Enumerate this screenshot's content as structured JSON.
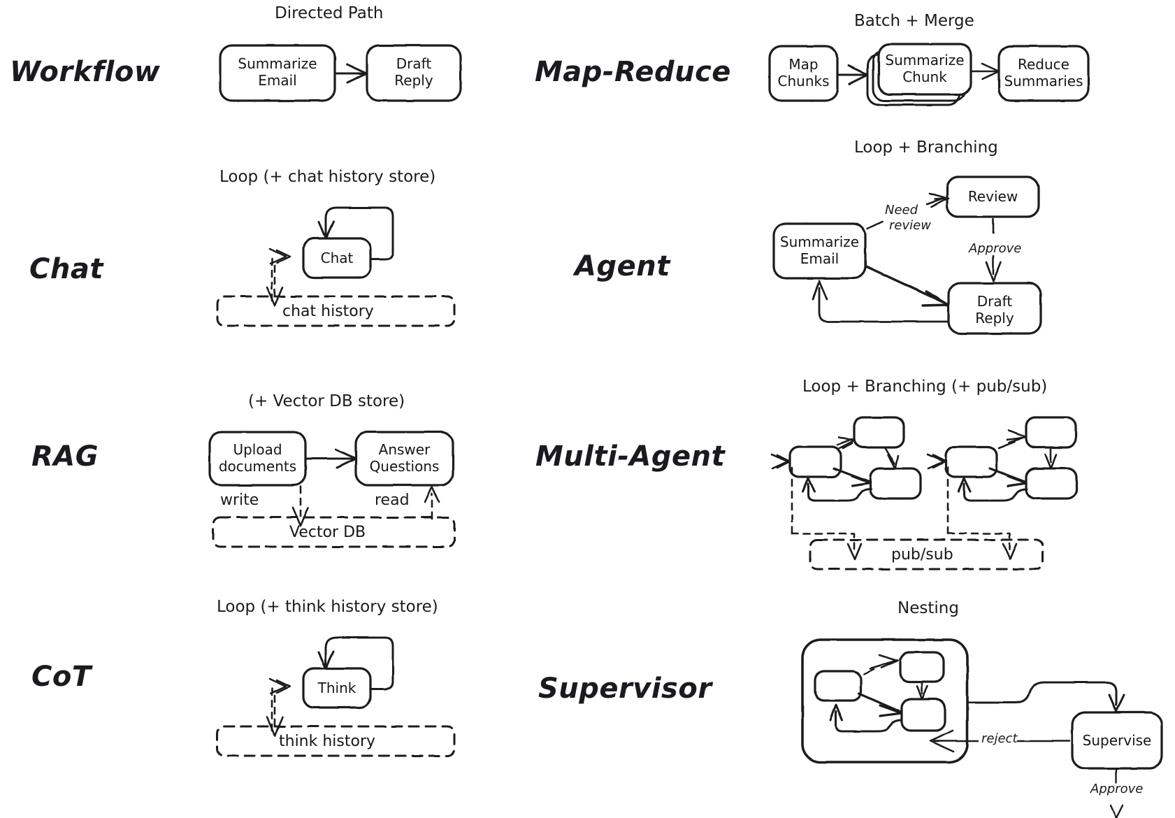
{
  "meta": {
    "title": "Agent architecture patterns",
    "stroke_color": "#1b1b1f",
    "background_color": "#ffffff"
  },
  "rows": [
    {
      "id": "workflow",
      "left": {
        "label": "Workflow",
        "caption": "Directed Path",
        "nodes": [
          {
            "id": "w1",
            "label": "Summarize\nEmail"
          },
          {
            "id": "w2",
            "label": "Draft\nReply"
          }
        ],
        "edges": [
          {
            "from": "w1",
            "to": "w2",
            "label": "",
            "style": "solid"
          }
        ],
        "store": null
      },
      "right": {
        "label": "Map-Reduce",
        "caption": "Batch + Merge",
        "nodes": [
          {
            "id": "m1",
            "label": "Map\nChunks"
          },
          {
            "id": "m2",
            "label": "Summarize\nChunk",
            "stacked": true
          },
          {
            "id": "m3",
            "label": "Reduce\nSummaries"
          }
        ],
        "edges": [
          {
            "from": "m1",
            "to": "m2",
            "label": "",
            "style": "solid"
          },
          {
            "from": "m2",
            "to": "m3",
            "label": "",
            "style": "solid"
          }
        ],
        "store": null
      }
    },
    {
      "id": "chat",
      "left": {
        "label": "Chat",
        "caption": "Loop (+ chat history store)",
        "nodes": [
          {
            "id": "c1",
            "label": "Chat",
            "selfloop": true
          }
        ],
        "edges": [
          {
            "from": "c1",
            "to": "c1",
            "label": "",
            "style": "solid"
          }
        ],
        "store": {
          "label": "chat history",
          "style": "dashed"
        }
      },
      "right": {
        "label": "Agent",
        "caption": "Loop + Branching",
        "nodes": [
          {
            "id": "a1",
            "label": "Summarize\nEmail"
          },
          {
            "id": "a2",
            "label": "Review"
          },
          {
            "id": "a3",
            "label": "Draft\nReply"
          }
        ],
        "edges": [
          {
            "from": "a1",
            "to": "a2",
            "label": "Need\nreview",
            "style": "solid"
          },
          {
            "from": "a2",
            "to": "a3",
            "label": "Approve",
            "style": "solid"
          },
          {
            "from": "a1",
            "to": "a3",
            "label": "",
            "style": "solid"
          },
          {
            "from": "a3",
            "to": "a1",
            "label": "",
            "style": "solid"
          }
        ],
        "store": null
      }
    },
    {
      "id": "rag",
      "left": {
        "label": "RAG",
        "caption": "(+ Vector DB store)",
        "nodes": [
          {
            "id": "r1",
            "label": "Upload\ndocuments"
          },
          {
            "id": "r2",
            "label": "Answer\nQuestions"
          }
        ],
        "edges": [
          {
            "from": "r1",
            "to": "r2",
            "label": "",
            "style": "solid"
          },
          {
            "from": "r1",
            "to": "store",
            "label": "write",
            "style": "dashed"
          },
          {
            "from": "store",
            "to": "r2",
            "label": "read",
            "style": "dashed"
          }
        ],
        "store": {
          "label": "Vector DB",
          "style": "dashed"
        }
      },
      "right": {
        "label": "Multi-Agent",
        "caption": "Loop + Branching (+ pub/sub)",
        "nodes": [
          {
            "id": "g1a",
            "label": ""
          },
          {
            "id": "g1b",
            "label": ""
          },
          {
            "id": "g1c",
            "label": ""
          },
          {
            "id": "g2a",
            "label": ""
          },
          {
            "id": "g2b",
            "label": ""
          },
          {
            "id": "g2c",
            "label": ""
          }
        ],
        "edges": [
          {
            "from": "g1a",
            "to": "g1b",
            "label": "",
            "style": "solid"
          },
          {
            "from": "g1b",
            "to": "g1c",
            "label": "",
            "style": "solid"
          },
          {
            "from": "g1a",
            "to": "g1c",
            "label": "",
            "style": "solid"
          },
          {
            "from": "g1c",
            "to": "g1a",
            "label": "",
            "style": "solid"
          },
          {
            "from": "g2a",
            "to": "g2b",
            "label": "",
            "style": "solid"
          },
          {
            "from": "g2b",
            "to": "g2c",
            "label": "",
            "style": "solid"
          },
          {
            "from": "g2a",
            "to": "g2c",
            "label": "",
            "style": "solid"
          },
          {
            "from": "g2c",
            "to": "g2a",
            "label": "",
            "style": "solid"
          },
          {
            "from": "group1",
            "to": "store",
            "label": "",
            "style": "dashed"
          },
          {
            "from": "group2",
            "to": "store",
            "label": "",
            "style": "dashed"
          }
        ],
        "store": {
          "label": "pub/sub",
          "style": "dashed"
        }
      }
    },
    {
      "id": "cot",
      "left": {
        "label": "CoT",
        "caption": "Loop (+ think history store)",
        "nodes": [
          {
            "id": "t1",
            "label": "Think",
            "selfloop": true
          }
        ],
        "edges": [
          {
            "from": "t1",
            "to": "t1",
            "label": "",
            "style": "solid"
          }
        ],
        "store": {
          "label": "think history",
          "style": "dashed"
        }
      },
      "right": {
        "label": "Supervisor",
        "caption": "Nesting",
        "nodes": [
          {
            "id": "s1",
            "label": ""
          },
          {
            "id": "s2",
            "label": ""
          },
          {
            "id": "s3",
            "label": ""
          },
          {
            "id": "sup",
            "label": "Supervise"
          }
        ],
        "edges": [
          {
            "from": "s1",
            "to": "s2",
            "label": "",
            "style": "solid"
          },
          {
            "from": "s2",
            "to": "s3",
            "label": "",
            "style": "solid"
          },
          {
            "from": "s1",
            "to": "s3",
            "label": "",
            "style": "solid"
          },
          {
            "from": "s3",
            "to": "s1",
            "label": "",
            "style": "solid"
          },
          {
            "from": "group",
            "to": "sup",
            "label": "",
            "style": "solid"
          },
          {
            "from": "sup",
            "to": "group",
            "label": "reject",
            "style": "solid"
          },
          {
            "from": "sup",
            "to": "out",
            "label": "Approve",
            "style": "solid"
          }
        ],
        "store": null
      }
    }
  ],
  "labels": {
    "workflow": "Workflow",
    "map_reduce": "Map-Reduce",
    "chat": "Chat",
    "agent": "Agent",
    "rag": "RAG",
    "multi_agent": "Multi-Agent",
    "cot": "CoT",
    "supervisor": "Supervisor"
  },
  "captions": {
    "directed_path": "Directed Path",
    "batch_merge": "Batch + Merge",
    "loop_chat": "Loop (+ chat history store)",
    "loop_branching": "Loop + Branching",
    "vector_db_store": "(+ Vector DB store)",
    "loop_branching_pubsub": "Loop + Branching (+ pub/sub)",
    "loop_think": "Loop (+ think history store)",
    "nesting": "Nesting"
  },
  "nodes": {
    "summarize_email_1": "Summarize\nEmail",
    "draft_reply_1": "Draft\nReply",
    "map_chunks": "Map\nChunks",
    "summarize_chunk": "Summarize\nChunk",
    "reduce_summaries": "Reduce\nSummaries",
    "chat": "Chat",
    "summarize_email_2": "Summarize\nEmail",
    "review": "Review",
    "draft_reply_2": "Draft\nReply",
    "upload_documents": "Upload\ndocuments",
    "answer_questions": "Answer\nQuestions",
    "think": "Think",
    "supervise": "Supervise"
  },
  "stores": {
    "chat_history": "chat history",
    "vector_db": "Vector DB",
    "pub_sub": "pub/sub",
    "think_history": "think history"
  },
  "edge_labels": {
    "need": "Need",
    "review_lower": "review",
    "approve_agent": "Approve",
    "write": "write",
    "read": "read",
    "reject": "reject",
    "approve_supervisor": "Approve"
  }
}
